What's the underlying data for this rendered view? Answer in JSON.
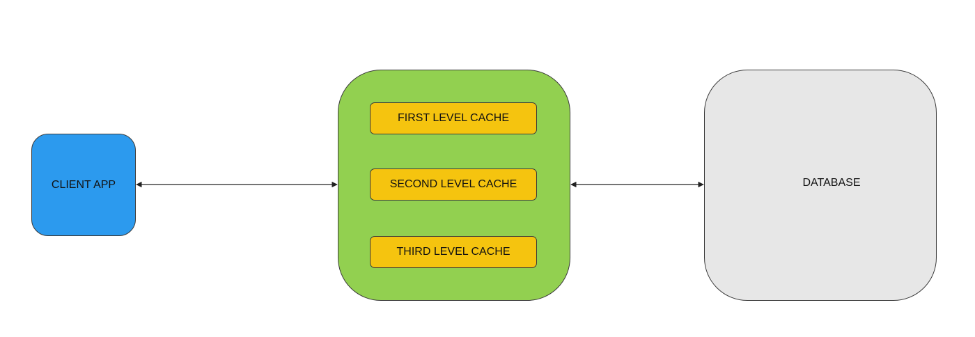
{
  "nodes": {
    "client": {
      "label": "CLIENT APP",
      "color": "#2c9aee"
    },
    "cache_group": {
      "color": "#92d050"
    },
    "database": {
      "label": "DATABASE",
      "color": "#e7e7e7"
    }
  },
  "cache_levels": [
    {
      "label": "FIRST LEVEL CACHE"
    },
    {
      "label": "SECOND LEVEL CACHE"
    },
    {
      "label": "THIRD LEVEL CACHE"
    }
  ],
  "cache_level_color": "#f5c40f",
  "connector_color": "#222222"
}
